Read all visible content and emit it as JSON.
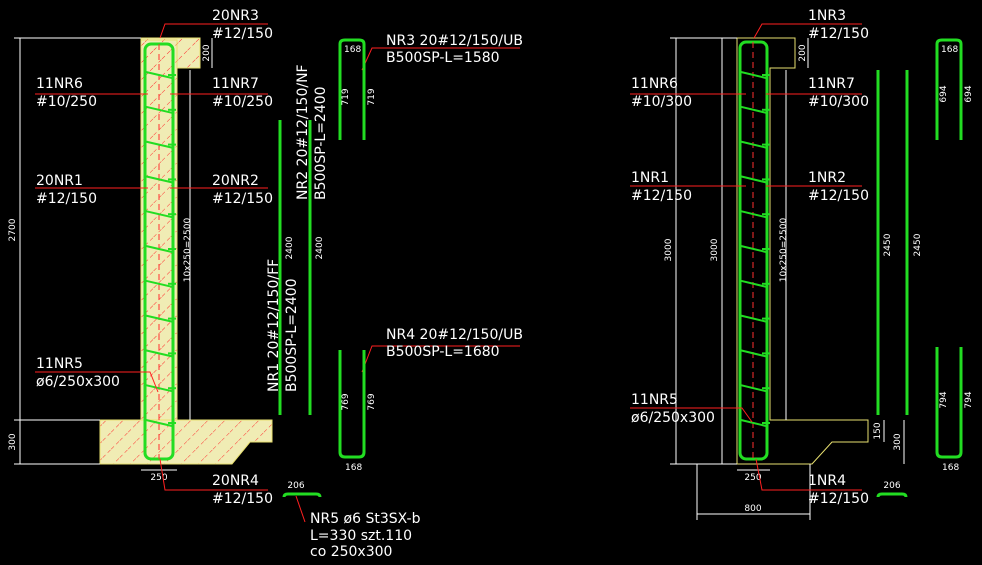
{
  "colors": {
    "background": "#000000",
    "rebar": "#22dd22",
    "leader": "#ff2020",
    "dimension": "#ffffff",
    "concrete_fill": "#f0ecb4",
    "concrete_outline": "#e8e070",
    "hatch": "#ff3030"
  },
  "left": {
    "labels": {
      "nr3": "20NR3",
      "nr3_spec": "#12/150",
      "nr6": "11NR6",
      "nr6_spec": "#10/250",
      "nr7": "11NR7",
      "nr7_spec": "#10/250",
      "nr1": "20NR1",
      "nr1_spec": "#12/150",
      "nr2": "20NR2",
      "nr2_spec": "#12/150",
      "nr5": "11NR5",
      "nr5_spec": "ø6/250x300",
      "nr4": "20NR4",
      "nr4_spec": "#12/150"
    },
    "dims": {
      "height": "2700",
      "base": "300",
      "top": "200",
      "spacing": "10x250=2500",
      "width": "250",
      "len2400a": "2400",
      "len2400b": "2400",
      "n168a": "168",
      "n719a": "719",
      "n719b": "719",
      "n769a": "769",
      "n769b": "769",
      "n168b": "168",
      "n206": "206"
    },
    "bar_notes": {
      "nr1_line1": "NR1  20#12/150/FF",
      "nr1_line2": "B500SP-L=2400",
      "nr2_line1": "NR2  20#12/150/NF",
      "nr2_line2": "B500SP-L=2400",
      "nr3_line1": "NR3  20#12/150/UB",
      "nr3_line2": "B500SP-L=1580",
      "nr4_line1": "NR4  20#12/150/UB",
      "nr4_line2": "B500SP-L=1680",
      "nr5_line1": "NR5   ø6    St3SX-b",
      "nr5_line2": "L=330   szt.110",
      "nr5_line3": "co 250x300"
    }
  },
  "right": {
    "labels": {
      "nr3": "1NR3",
      "nr3_spec": "#12/150",
      "nr6": "11NR6",
      "nr6_spec": "#10/300",
      "nr7": "11NR7",
      "nr7_spec": "#10/300",
      "nr1": "1NR1",
      "nr1_spec": "#12/150",
      "nr2": "1NR2",
      "nr2_spec": "#12/150",
      "nr5": "11NR5",
      "nr5_spec": "ø6/250x300",
      "nr4": "1NR4",
      "nr4_spec": "#12/150"
    },
    "dims": {
      "h3000a": "3000",
      "h3000b": "3000",
      "top": "200",
      "spacing": "10x250=2500",
      "width": "250",
      "base800": "800",
      "n150": "150",
      "n300": "300",
      "len2450a": "2450",
      "len2450b": "2450",
      "n168a": "168",
      "n694a": "694",
      "n694b": "694",
      "n794a": "794",
      "n794b": "794",
      "n168b": "168",
      "n206": "206"
    }
  }
}
